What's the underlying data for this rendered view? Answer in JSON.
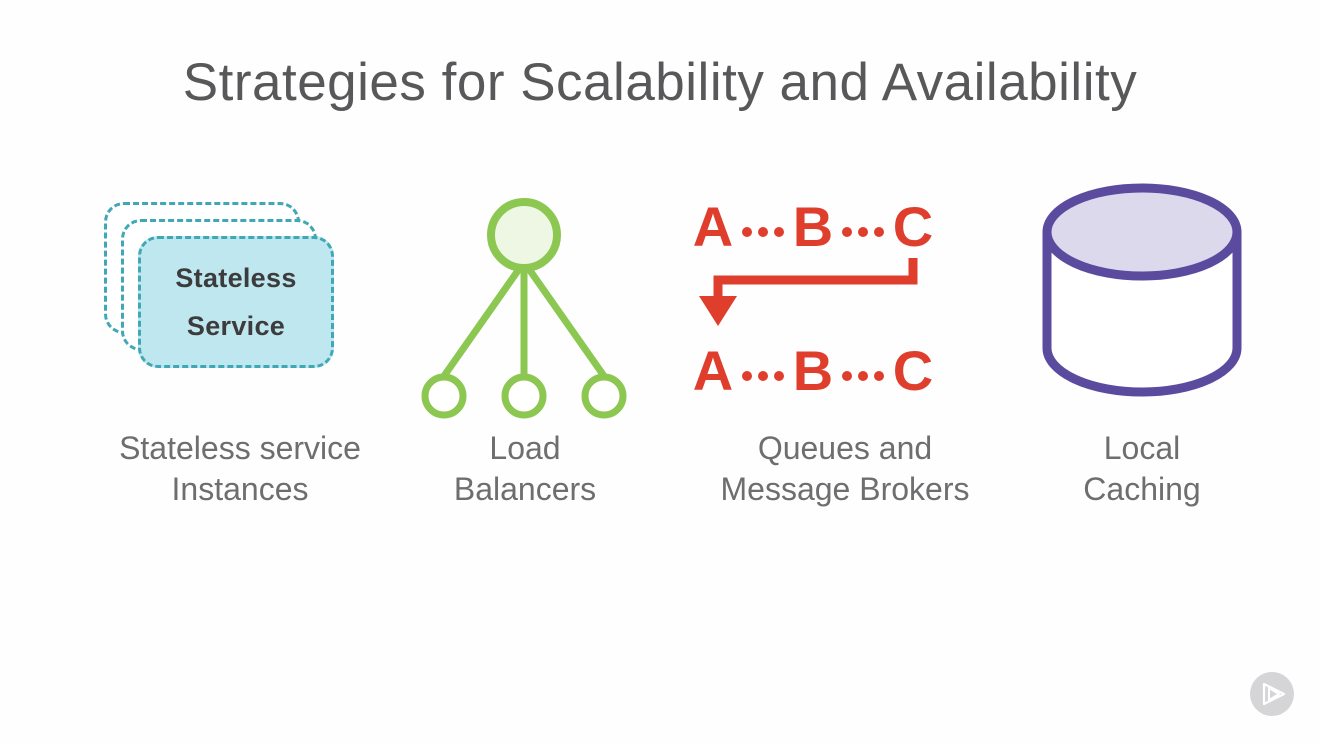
{
  "slide": {
    "title": "Strategies for Scalability and Availability",
    "background_color": "#ffffff",
    "title_color": "#58585a"
  },
  "columns": [
    {
      "id": "stateless-service",
      "figure": "stacked-dashed-cards",
      "card_label_line1": "Stateless",
      "card_label_line2": "Service",
      "caption_line1": "Stateless service",
      "caption_line2": "Instances",
      "colors": {
        "border": "#3fa8b4",
        "fill": "#bfe7f0",
        "text": "#3c3c3c"
      }
    },
    {
      "id": "load-balancers",
      "figure": "load-balancer-tree",
      "caption_line1": "Load",
      "caption_line2": "Balancers",
      "colors": {
        "stroke": "#8cc751",
        "node_fill": "#eef7e3"
      },
      "node_count": 3
    },
    {
      "id": "queues-message-brokers",
      "figure": "queue-sequence",
      "sequence_top": [
        "A",
        "B",
        "C"
      ],
      "sequence_bottom": [
        "A",
        "B",
        "C"
      ],
      "separator": "···",
      "caption_line1": "Queues and",
      "caption_line2": "Message Brokers",
      "colors": {
        "text": "#e03e2d",
        "arrow": "#e03e2d"
      }
    },
    {
      "id": "local-caching",
      "figure": "database-cylinder",
      "caption_line1": "Local",
      "caption_line2": "Caching",
      "colors": {
        "stroke": "#5b4b9e",
        "top_fill": "#dcd9ed",
        "body_fill": "#ffffff"
      }
    }
  ],
  "watermark": {
    "icon": "play-triangle-icon",
    "color": "#d5d5d7"
  }
}
